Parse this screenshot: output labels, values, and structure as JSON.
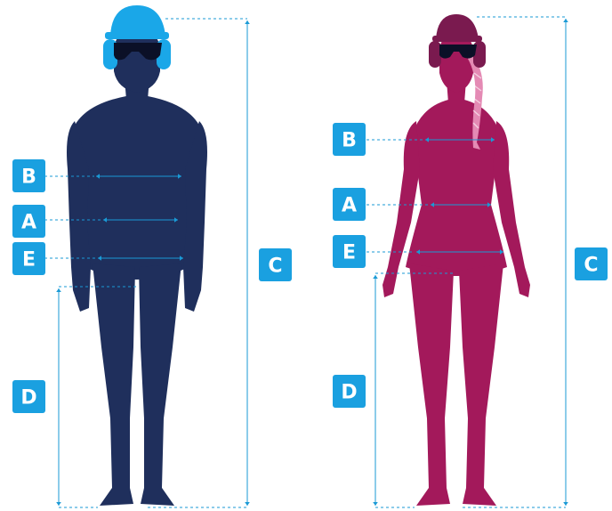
{
  "colors": {
    "male_body": "#1f2f5c",
    "female_body": "#a3195b",
    "female_hair": "#e48ab4",
    "helmet_blue": "#1aa7e8",
    "helmet_plum": "#7a1a4f",
    "glasses": "#0b1027",
    "badge": "#1aa0e0",
    "badge_text": "#ffffff",
    "line": "#1a9ad6"
  },
  "labels": {
    "bust": "B",
    "waist": "A",
    "hip": "E",
    "height": "C",
    "inseam": "D"
  }
}
